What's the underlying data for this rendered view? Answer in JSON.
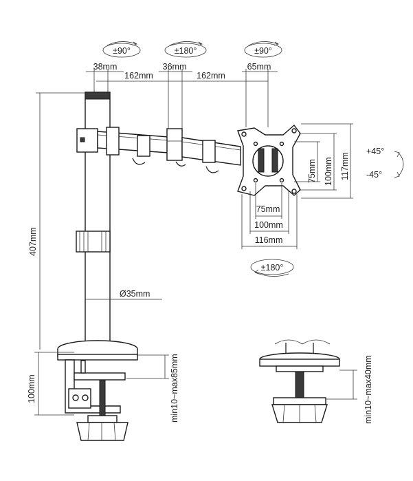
{
  "rotations": {
    "left_arm": "±90°",
    "mid_arm": "±180°",
    "head_pan": "±90°",
    "screen_rotate": "±180°",
    "tilt_up": "+45°",
    "tilt_down": "-45°"
  },
  "dimensions": {
    "pole_offset": "38mm",
    "arm1": "162mm",
    "joint": "36mm",
    "arm2": "162mm",
    "head": "65mm",
    "pole_height": "407mm",
    "pole_diameter": "Ø35mm",
    "clamp_height": "100mm",
    "clamp_range": "min10~max85mm",
    "grommet_range": "min10~max40mm",
    "vesa_75_h": "75mm",
    "vesa_100_h": "100mm",
    "plate_h": "117mm",
    "vesa_75_w": "75mm",
    "vesa_100_w": "100mm",
    "plate_w": "116mm"
  },
  "colors": {
    "line": "#222222",
    "fill": "#ffffff",
    "dark": "#3a3a3a"
  }
}
